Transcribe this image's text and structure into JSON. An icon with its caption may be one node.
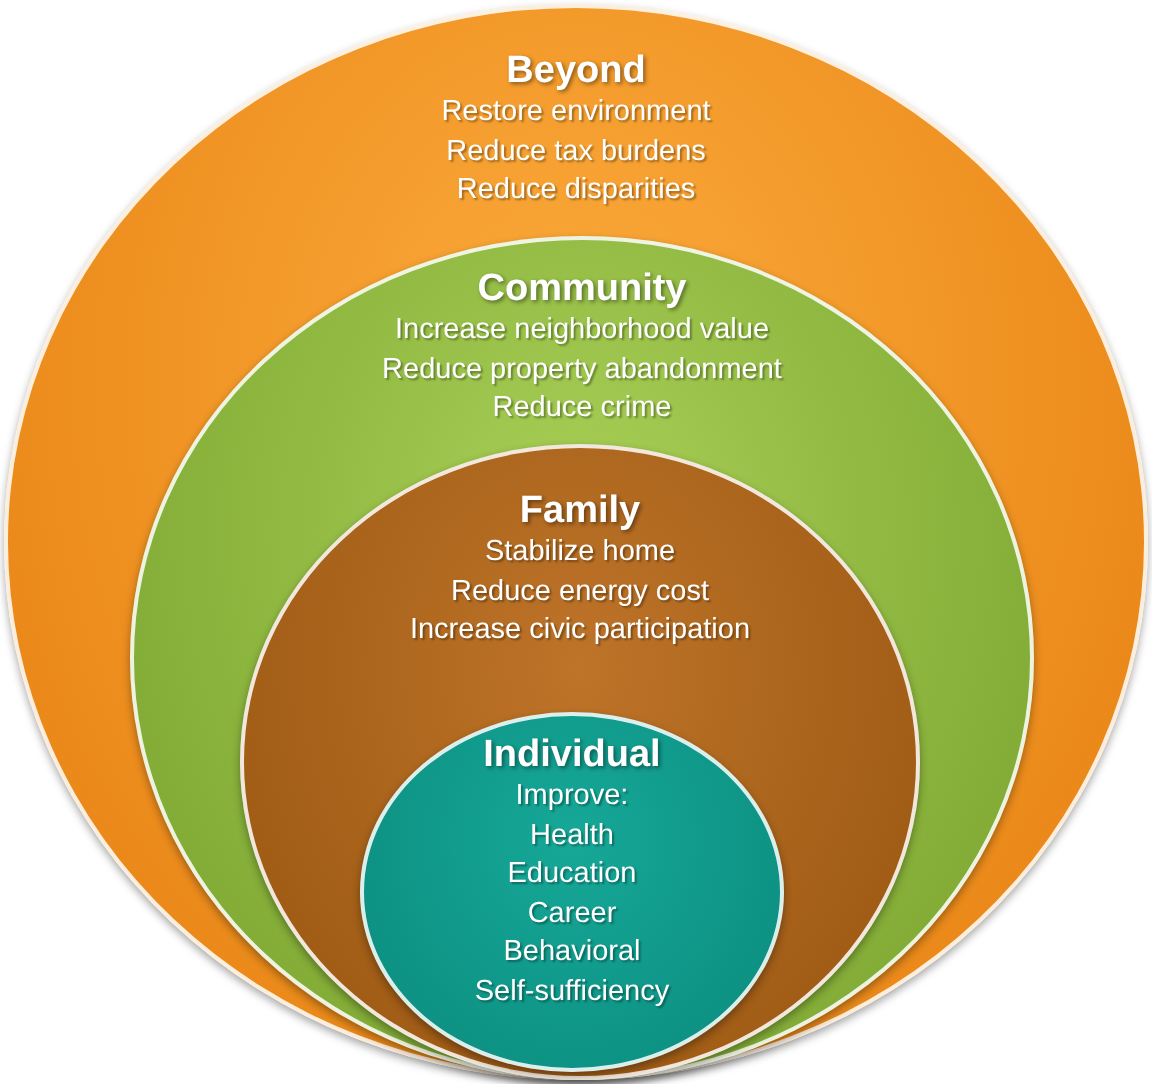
{
  "diagram": {
    "nodes": [
      {
        "text": [
          "Beyond",
          "Restore environment",
          "Reduce tax burdens",
          "Reduce disparities"
        ]
      },
      {
        "text": [
          "Community",
          "Increase neighborhood value",
          "Reduce property abandonment",
          "Reduce crime"
        ],
        "in": 0
      },
      {
        "text": [
          "Family",
          "Stabilize home",
          "Reduce energy cost",
          "Increase civic participation"
        ],
        "in": 1
      },
      {
        "text": [
          "Individual",
          "Improve:",
          "Health",
          "Education",
          "Career",
          "Behavioral",
          "Self-sufficiency"
        ],
        "in": 2
      }
    ]
  }
}
